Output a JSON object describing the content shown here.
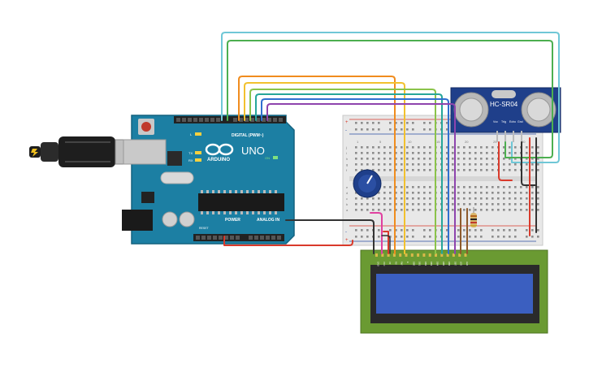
{
  "arduino": {
    "brand": "ARDUINO",
    "model": "UNO",
    "logo": "infinity-logo",
    "digital_header": "DIGITAL (PWM~)",
    "power_header": "POWER",
    "analog_header": "ANALOG IN",
    "on_label": "ON",
    "tx_label": "TX",
    "rx_label": "RX",
    "l_label": "L",
    "reset_label": "RESET"
  },
  "sensor": {
    "model": "HC-SR04",
    "pins": [
      "Vcc",
      "Trig",
      "Echo",
      "Gnd"
    ]
  },
  "breadboard": {
    "column_numbers": [
      "1",
      "5",
      "10",
      "15",
      "20",
      "25",
      "30"
    ],
    "row_letters": [
      "a",
      "b",
      "c",
      "d",
      "e",
      "f",
      "g",
      "h",
      "i",
      "j"
    ],
    "rail_plus": "+",
    "rail_minus": "-"
  },
  "lcd": {
    "pins": [
      "GND",
      "VCC",
      "V0",
      "RS",
      "RW",
      "E",
      "DB0",
      "DB1",
      "DB2",
      "DB3",
      "DB4",
      "DB5",
      "DB6",
      "DB7",
      "LED",
      "LED"
    ],
    "screen_color": "#3b5fc0"
  },
  "components": {
    "potentiometer": "potentiometer",
    "resistor": "resistor"
  },
  "colors": {
    "board": "#1c7fa3",
    "lcd_pcb": "#6a9a32",
    "sensor_pcb": "#1f3f8a",
    "wire_red": "#d93a2b",
    "wire_black": "#333333"
  }
}
